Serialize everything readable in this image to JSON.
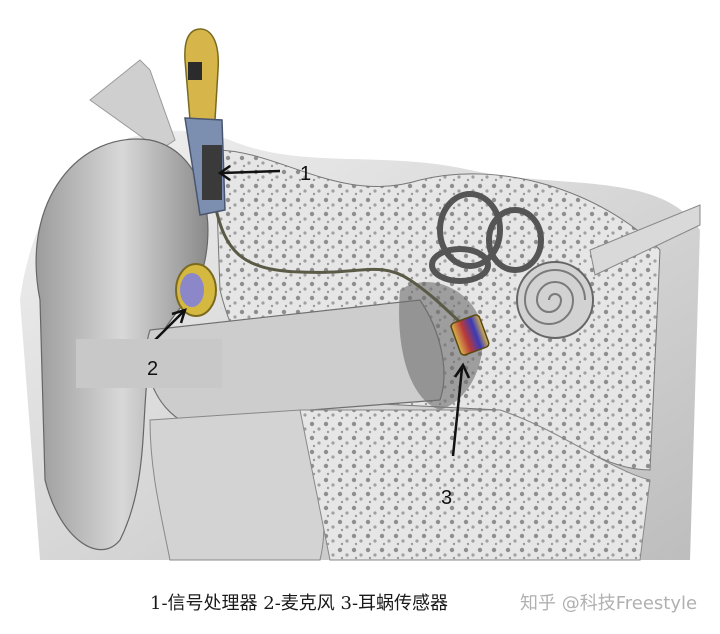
{
  "labels": {
    "signal_processor_number": "1",
    "microphone_number": "2",
    "cochlear_sensor_number": "3"
  },
  "caption": "1-信号处理器 2-麦克风 3-耳蜗传感器",
  "watermark": "知乎 @科技Freestyle",
  "colors": {
    "label_box": "#c8c8c8",
    "microphone_ring": "#b9a33a",
    "sensor_red": "#b83a3a",
    "sensor_blue": "#3a3ab8"
  }
}
